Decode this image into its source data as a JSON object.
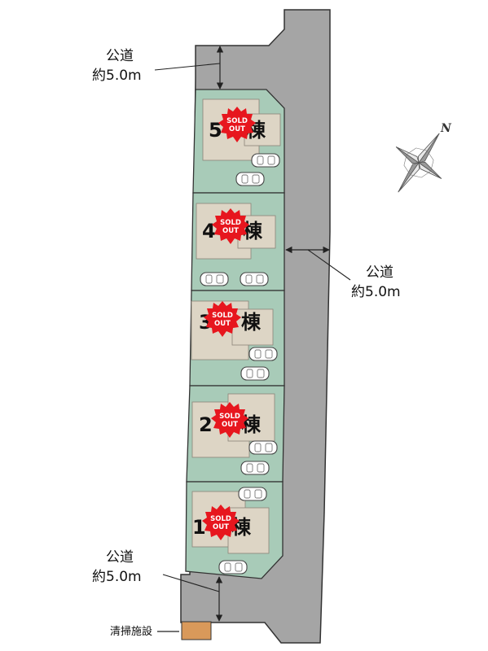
{
  "colors": {
    "road": "#a5a5a5",
    "lot": "#a8cbb8",
    "building": "#ddd5c5",
    "outline": "#333333",
    "sold": "#e7161e",
    "facility": "#d9995a"
  },
  "roads": {
    "north": {
      "line1": "公道",
      "line2": "約5.0m"
    },
    "east": {
      "line1": "公道",
      "line2": "約5.0m"
    },
    "south": {
      "line1": "公道",
      "line2": "約5.0m"
    }
  },
  "lots": [
    {
      "number": "5",
      "suffix": "棟",
      "status_line1": "SOLD",
      "status_line2": "OUT"
    },
    {
      "number": "4",
      "suffix": "棟",
      "status_line1": "SOLD",
      "status_line2": "OUT"
    },
    {
      "number": "3",
      "suffix": "棟",
      "status_line1": "SOLD",
      "status_line2": "OUT"
    },
    {
      "number": "2",
      "suffix": "棟",
      "status_line1": "SOLD",
      "status_line2": "OUT"
    },
    {
      "number": "1",
      "suffix": "棟",
      "status_line1": "SOLD",
      "status_line2": "OUT"
    }
  ],
  "compass": {
    "icon": "compass-rose-icon",
    "label": "N"
  },
  "facility": {
    "label": "清掃施設"
  }
}
